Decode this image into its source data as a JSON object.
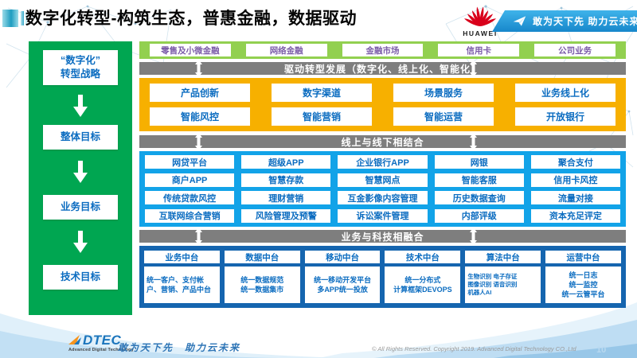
{
  "header": {
    "title": "数字化转型-构筑生态，普惠金融，数据驱动",
    "huawei_logo_text": "HUAWEI",
    "ribbon_slogan": "敢为天下先 助力云未来"
  },
  "sidebar": {
    "items": [
      {
        "label": "“数字化”\n转型战略"
      },
      {
        "label": "整体目标"
      },
      {
        "label": "业务目标"
      },
      {
        "label": "技术目标"
      }
    ]
  },
  "main": {
    "business_lines": [
      "零售及小微金融",
      "网络金融",
      "金融市场",
      "信用卡",
      "公司业务"
    ],
    "banner1": "驱动转型发展（数字化、线上化、智能化）",
    "transform_rows": [
      [
        "产品创新",
        "数字渠道",
        "场景服务",
        "业务线上化"
      ],
      [
        "智能风控",
        "智能营销",
        "智能运营",
        "开放银行"
      ]
    ],
    "banner2": "线上与线下相结合",
    "channel_rows": [
      [
        "网贷平台",
        "超级APP",
        "企业银行APP",
        "网银",
        "聚合支付"
      ],
      [
        "商户APP",
        "智慧存款",
        "智慧网点",
        "智能客服",
        "信用卡风控"
      ],
      [
        "传统贷款风控",
        "理财营销",
        "互金影像内容管理",
        "历史数据查询",
        "流量对接"
      ],
      [
        "互联网综合营销",
        "风险管理及预警",
        "诉讼案件管理",
        "内部评级",
        "资本充足评定"
      ]
    ],
    "banner3": "业务与科技相融合",
    "platforms": [
      {
        "title": "业务中台",
        "content": "统一客户、支付帐户、营销、产品中台"
      },
      {
        "title": "数据中台",
        "content": "统一数据规范\n统一数据集市"
      },
      {
        "title": "移动中台",
        "content": "统一移动开发平台\n多APP统一投放"
      },
      {
        "title": "技术中台",
        "content": "统一分布式\n计算框架DEVOPS"
      },
      {
        "title": "算法中台",
        "content": "生物识别 电子存证\n图像识别 语音识别\n机器人AI"
      },
      {
        "title": "运营中台",
        "content": "统一日志\n统一监控\n统一云管平台"
      }
    ]
  },
  "footer": {
    "logo_text": "DTEC",
    "logo_subtext": "Advanced Digital Technology",
    "slogan": "敢为天下先　助力云未来",
    "copyright": "© All Rights Reserved. Copyright 2019. Advanced Digital Technology CO.,Ltd",
    "page_number": "10"
  },
  "icons": {
    "huawei-logo-icon": "red fan flower",
    "paper-plane-icon": "white send plane",
    "down-arrow-icon": "white solid down arrow",
    "updown-arrow-icon": "white double-headed vertical arrow",
    "dtec-logo-icon": "orange-blue arrow mark"
  },
  "colors": {
    "sidebar_green": "#00a651",
    "business_line_green": "#92d050",
    "business_line_text": "#7a5ba8",
    "banner_gray": "#7e7e7e",
    "transform_yellow": "#f7b000",
    "channel_blue": "#12a3e8",
    "platform_dark_blue": "#1565af",
    "cell_text_blue": "#0b6cc0",
    "ribbon_blue": "#2ba9e0",
    "huawei_red": "#d9001b"
  }
}
